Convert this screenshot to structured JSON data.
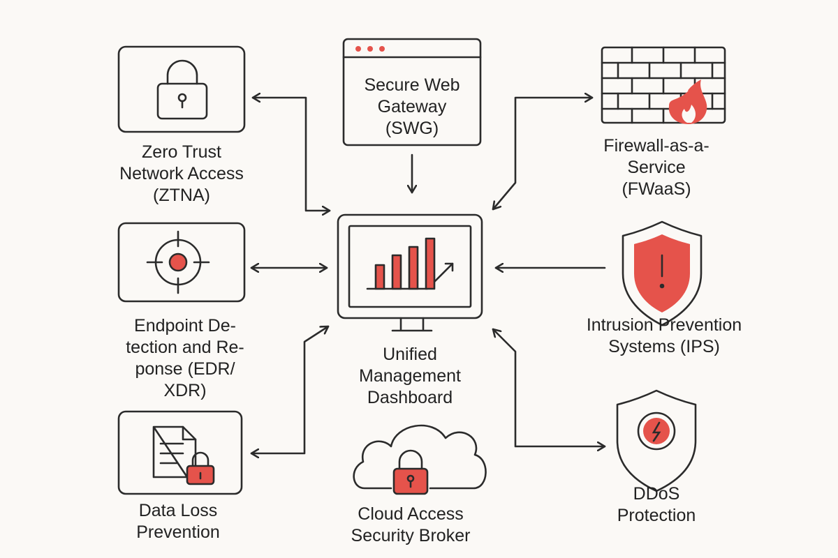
{
  "colors": {
    "stroke": "#2b2b2b",
    "accent": "#e5534b",
    "background": "#fbf9f6"
  },
  "nodes": {
    "ztna": {
      "icon": "padlock-icon",
      "lines": [
        "Zero Trust",
        "Network Access",
        "(ZTNA)"
      ]
    },
    "swg": {
      "icon": "browser-window-icon",
      "lines": [
        "Secure Web",
        "Gateway",
        "(SWG)"
      ]
    },
    "fwaas": {
      "icon": "firewall-flame-icon",
      "lines": [
        "Firewall-as-a-",
        "Service",
        "(FWaaS)"
      ]
    },
    "edr": {
      "icon": "crosshair-target-icon",
      "lines": [
        "Endpoint De-",
        "tection and Re-",
        "ponse (EDR/",
        "XDR)"
      ]
    },
    "dashboard": {
      "icon": "monitor-bar-chart-icon",
      "lines": [
        "Unified",
        "Management",
        "Dashboard"
      ]
    },
    "ips": {
      "icon": "shield-alert-icon",
      "lines": [
        "Intrusion Prevention",
        "Systems (IPS)"
      ]
    },
    "dlp": {
      "icon": "document-lock-icon",
      "lines": [
        "Data Loss",
        "Prevention"
      ]
    },
    "casb": {
      "icon": "cloud-lock-icon",
      "lines": [
        "Cloud Access",
        "Security Broker"
      ]
    },
    "ddos": {
      "icon": "shield-lightning-icon",
      "lines": [
        "DDoS",
        "Protection"
      ]
    }
  }
}
